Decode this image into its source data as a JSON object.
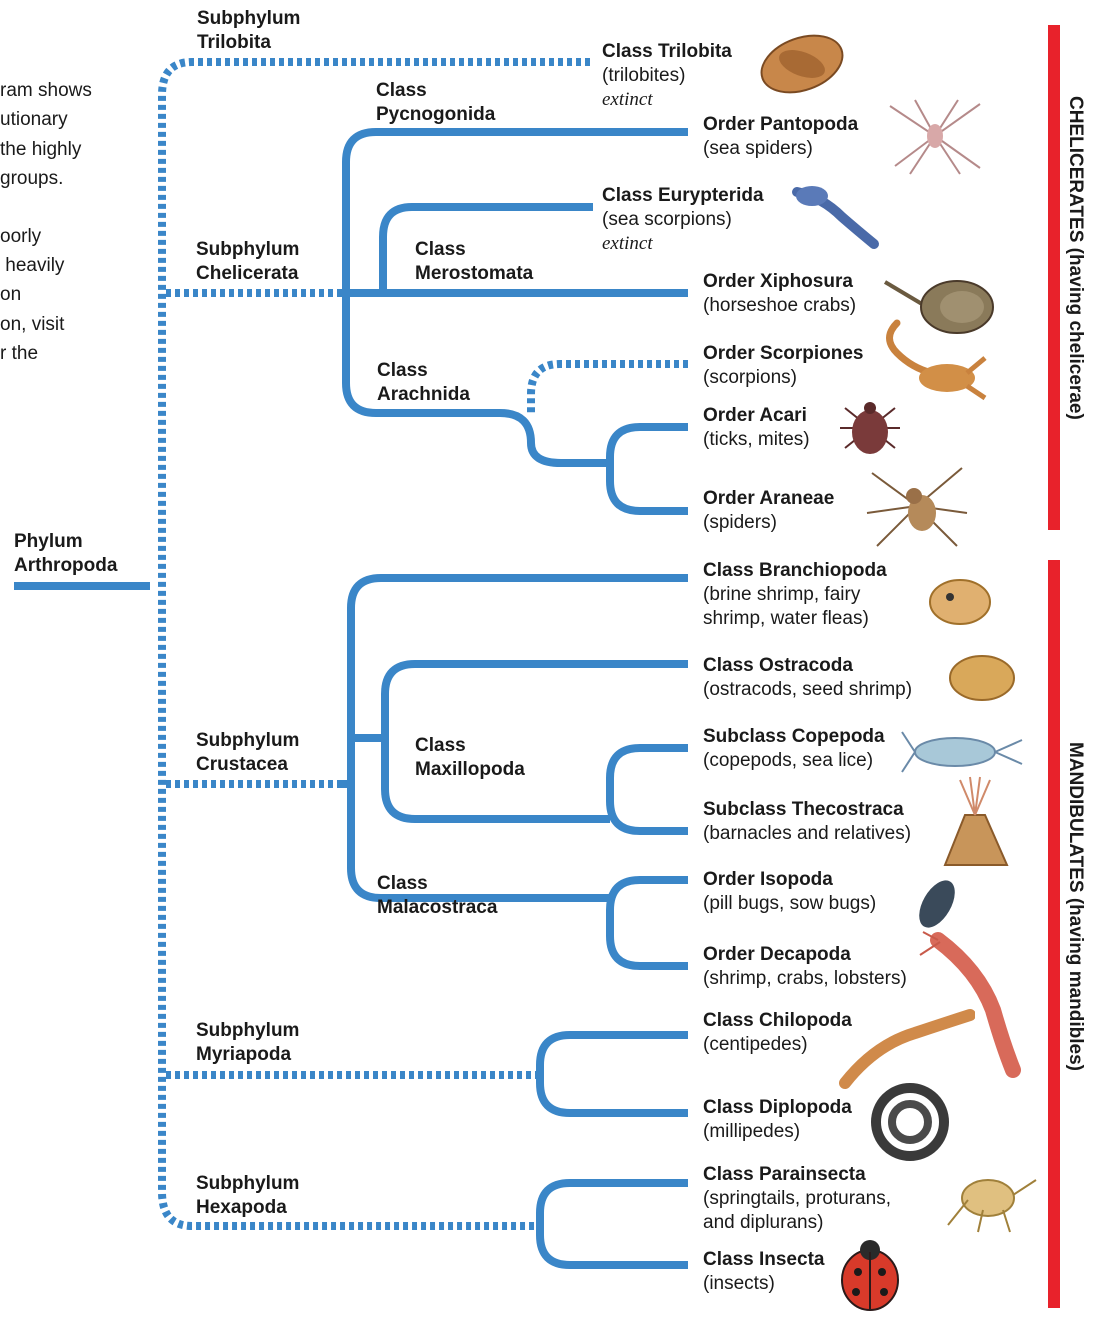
{
  "intro_fragments": [
    "ram shows",
    "utionary",
    "the highly",
    "groups.",
    "",
    "oorly",
    " heavily",
    "on",
    "on, visit",
    "r the"
  ],
  "root": {
    "title": "Phylum",
    "name": "Arthropoda"
  },
  "subphyla": {
    "trilobita": {
      "title": "Subphylum",
      "name": "Trilobita"
    },
    "chelicerata": {
      "title": "Subphylum",
      "name": "Chelicerata"
    },
    "crustacea": {
      "title": "Subphylum",
      "name": "Crustacea"
    },
    "myriapoda": {
      "title": "Subphylum",
      "name": "Myriapoda"
    },
    "hexapoda": {
      "title": "Subphylum",
      "name": "Hexapoda"
    }
  },
  "classes": {
    "pycnogonida": {
      "title": "Class",
      "name": "Pycnogonida"
    },
    "merostomata": {
      "title": "Class",
      "name": "Merostomata"
    },
    "arachnida": {
      "title": "Class",
      "name": "Arachnida"
    },
    "maxillopoda": {
      "title": "Class",
      "name": "Maxillopoda"
    },
    "malacostraca": {
      "title": "Class",
      "name": "Malacostraca"
    }
  },
  "leaves": {
    "trilobita": {
      "name": "Class Trilobita",
      "common": "(trilobites)",
      "note": "extinct"
    },
    "pantopoda": {
      "name": "Order Pantopoda",
      "common": "(sea spiders)"
    },
    "eurypterida": {
      "name": "Class Eurypterida",
      "common": "(sea scorpions)",
      "note": "extinct"
    },
    "xiphosura": {
      "name": "Order Xiphosura",
      "common": "(horseshoe crabs)"
    },
    "scorpiones": {
      "name": "Order Scorpiones",
      "common": "(scorpions)"
    },
    "acari": {
      "name": "Order Acari",
      "common": "(ticks, mites)"
    },
    "araneae": {
      "name": "Order Araneae",
      "common": "(spiders)"
    },
    "branchiopoda": {
      "name": "Class Branchiopoda",
      "common": "(brine shrimp, fairy",
      "common2": "shrimp, water fleas)"
    },
    "ostracoda": {
      "name": "Class Ostracoda",
      "common": "(ostracods, seed shrimp)"
    },
    "copepoda": {
      "name": "Subclass Copepoda",
      "common": "(copepods, sea lice)"
    },
    "thecostraca": {
      "name": "Subclass Thecostraca",
      "common": "(barnacles and relatives)"
    },
    "isopoda": {
      "name": "Order Isopoda",
      "common": "(pill bugs, sow bugs)"
    },
    "decapoda": {
      "name": "Order Decapoda",
      "common": "(shrimp, crabs, lobsters)"
    },
    "chilopoda": {
      "name": "Class Chilopoda",
      "common": "(centipedes)"
    },
    "diplopoda": {
      "name": "Class Diplopoda",
      "common": "(millipedes)"
    },
    "parainsecta": {
      "name": "Class Parainsecta",
      "common": "(springtails, proturans,",
      "common2": "and diplurans)"
    },
    "insecta": {
      "name": "Class Insecta",
      "common": "(insects)"
    }
  },
  "brackets": {
    "chelicerates": "CHELICERATES (having chelicerae)",
    "mandibulates": "MANDIBULATES (having mandibles)"
  },
  "colors": {
    "line": "#3a86c8",
    "bracket": "#e8222b",
    "text": "#1a1a1a"
  }
}
